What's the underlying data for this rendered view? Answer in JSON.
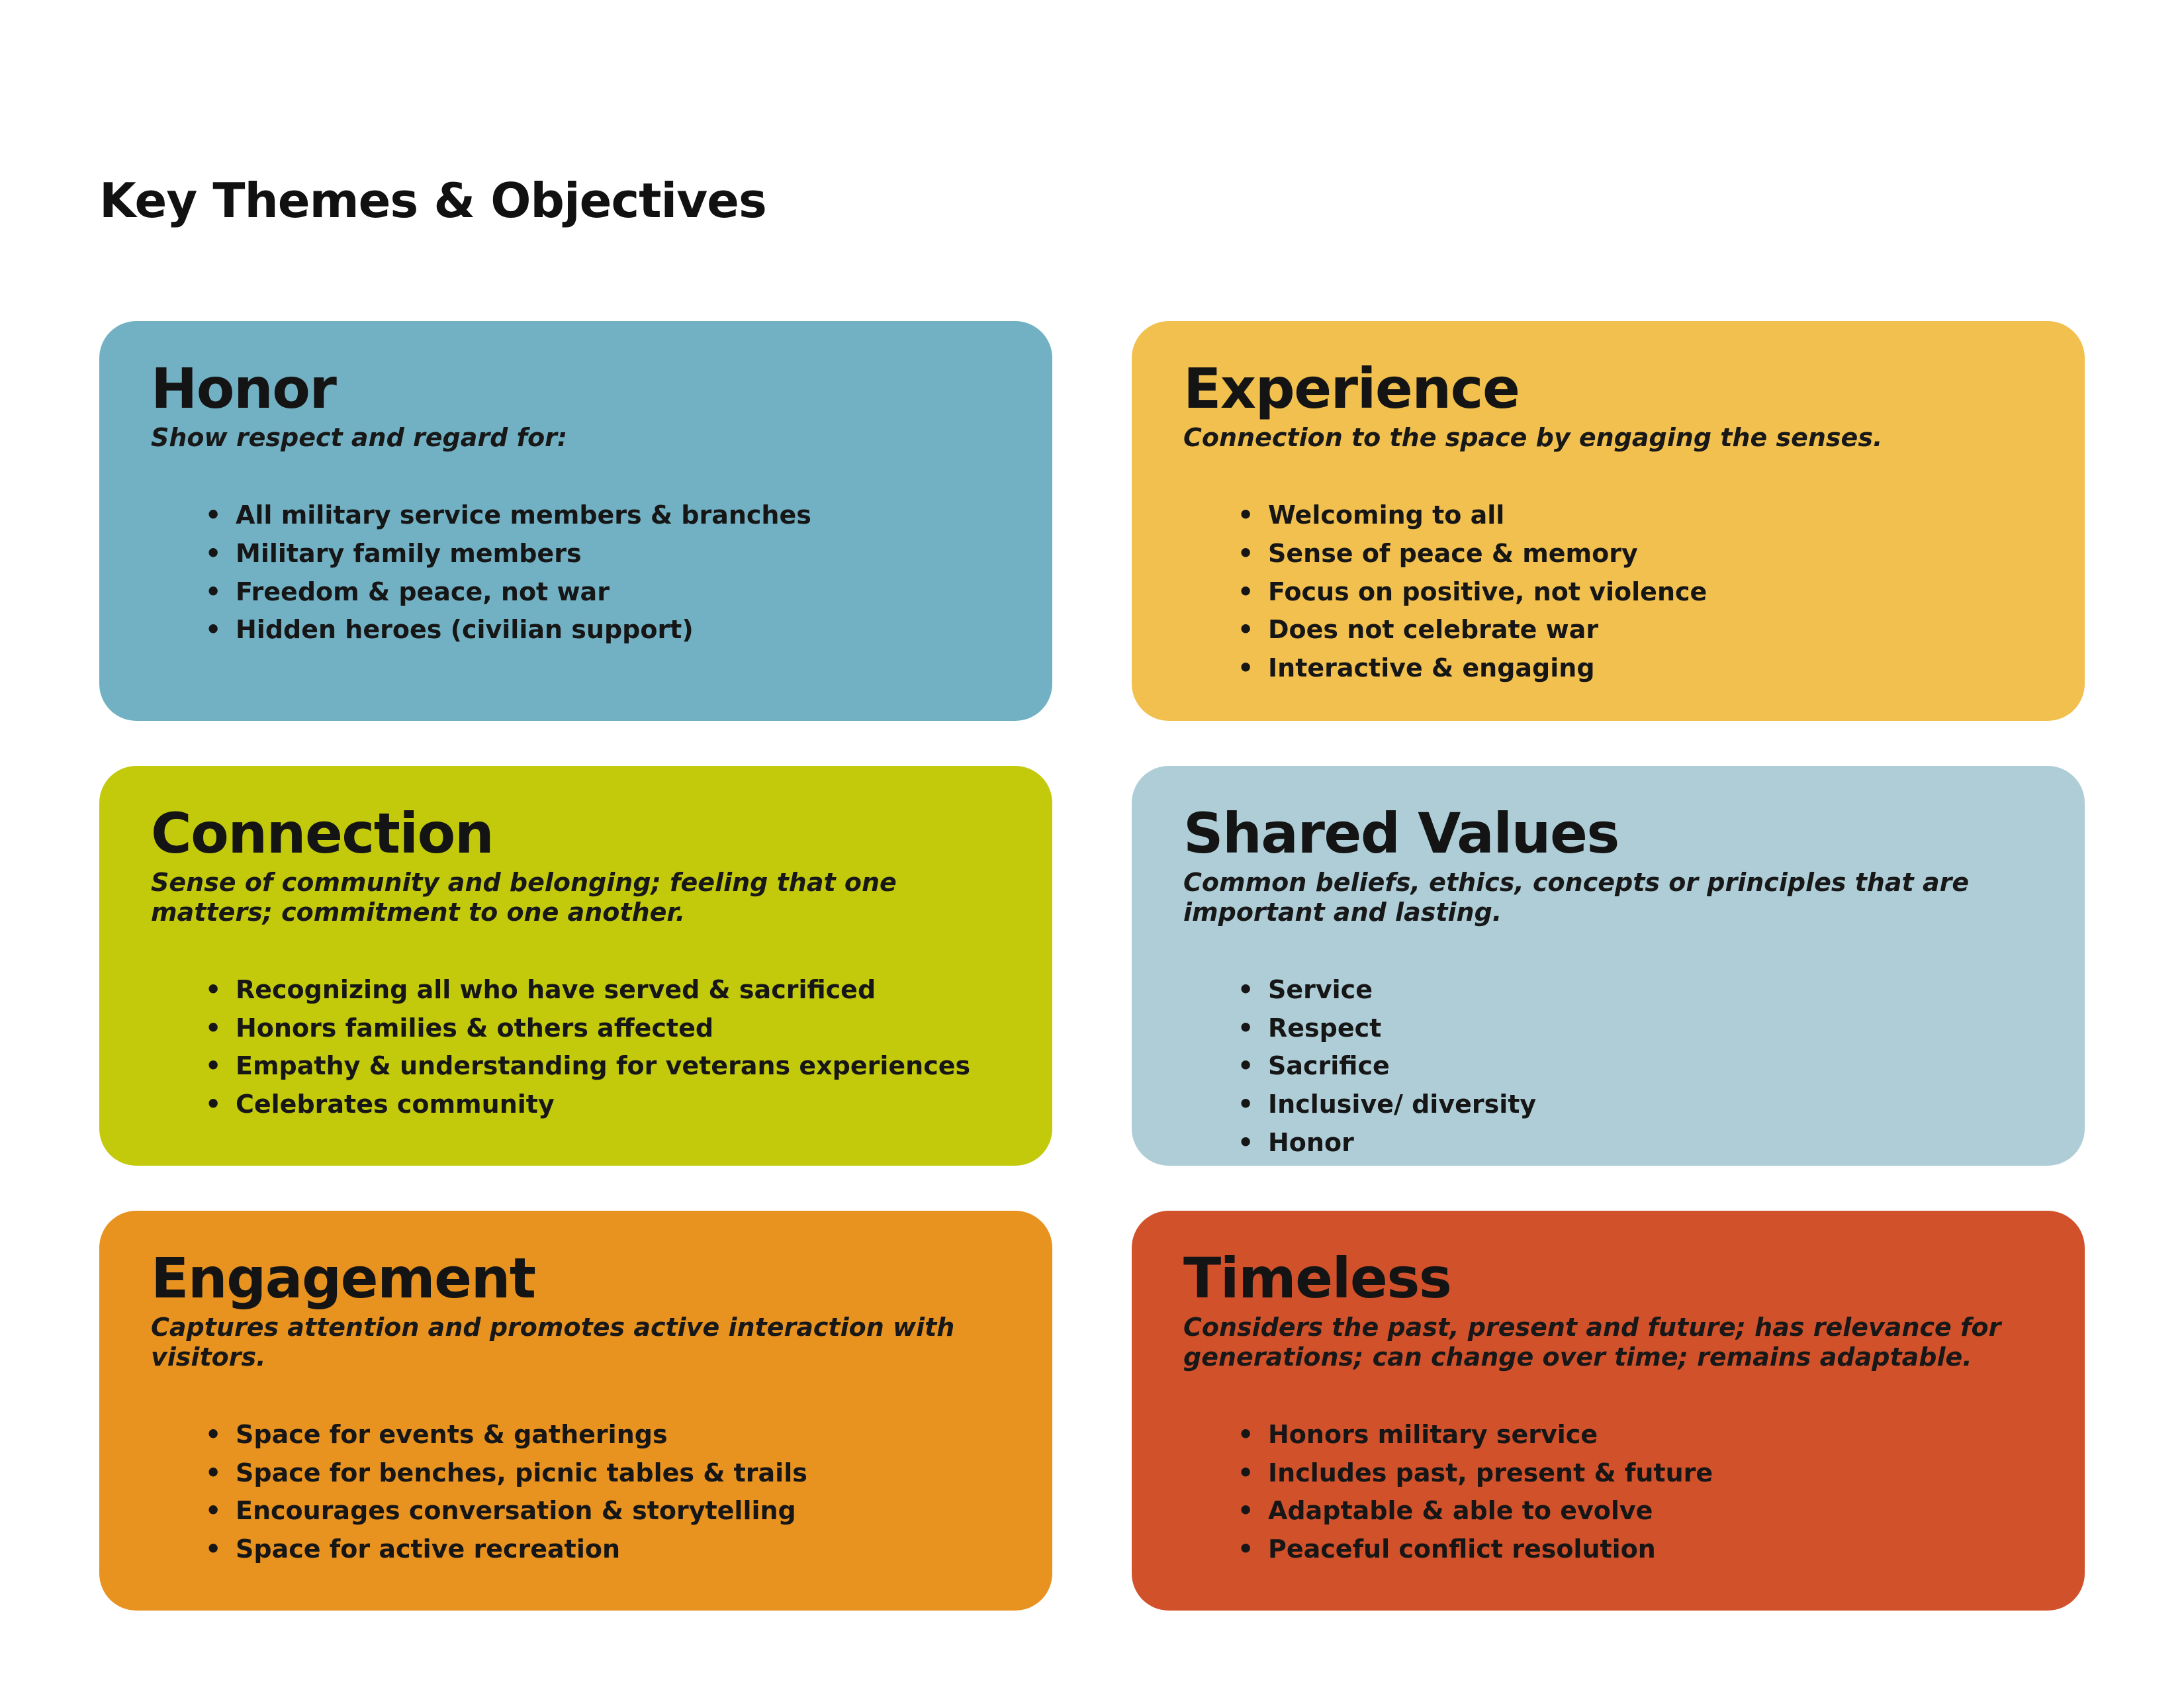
{
  "page": {
    "title": "Key Themes & Objectives"
  },
  "cards": [
    {
      "id": "honor",
      "title": "Honor",
      "subtitle": "Show respect and regard for:",
      "color": "#72b1c4",
      "bullets": [
        "All military service members & branches",
        "Military family members",
        "Freedom & peace, not war",
        "Hidden heroes (civilian support)"
      ]
    },
    {
      "id": "experience",
      "title": "Experience",
      "subtitle": "Connection to the space by engaging the senses.",
      "color": "#f2c04e",
      "bullets": [
        "Welcoming to all",
        "Sense of peace & memory",
        "Focus on positive, not violence",
        "Does not celebrate war",
        "Interactive & engaging"
      ]
    },
    {
      "id": "connection",
      "title": "Connection",
      "subtitle": "Sense of community and belonging; feeling that one matters; commitment to one another.",
      "color": "#c3ca0c",
      "bullets": [
        "Recognizing all who have served & sacrificed",
        "Honors families & others affected",
        "Empathy & understanding for veterans experiences",
        "Celebrates community"
      ]
    },
    {
      "id": "shared-values",
      "title": "Shared Values",
      "subtitle": "Common  beliefs, ethics, concepts or principles that are important and lasting.",
      "color": "#aecdd7",
      "bullets": [
        "Service",
        "Respect",
        "Sacrifice",
        "Inclusive/ diversity",
        "Honor"
      ]
    },
    {
      "id": "engagement",
      "title": "Engagement",
      "subtitle": "Captures  attention and promotes active interaction with visitors.",
      "color": "#e89220",
      "bullets": [
        "Space for events & gatherings",
        "Space for benches, picnic tables & trails",
        "Encourages conversation & storytelling",
        "Space for active recreation"
      ]
    },
    {
      "id": "timeless",
      "title": "Timeless",
      "subtitle": "Considers the past, present and future; has relevance for generations; can change over time; remains adaptable.",
      "color": "#d1512b",
      "bullets": [
        "Honors military service",
        "Includes past, present & future",
        "Adaptable & able to evolve",
        "Peaceful conflict resolution"
      ]
    }
  ]
}
